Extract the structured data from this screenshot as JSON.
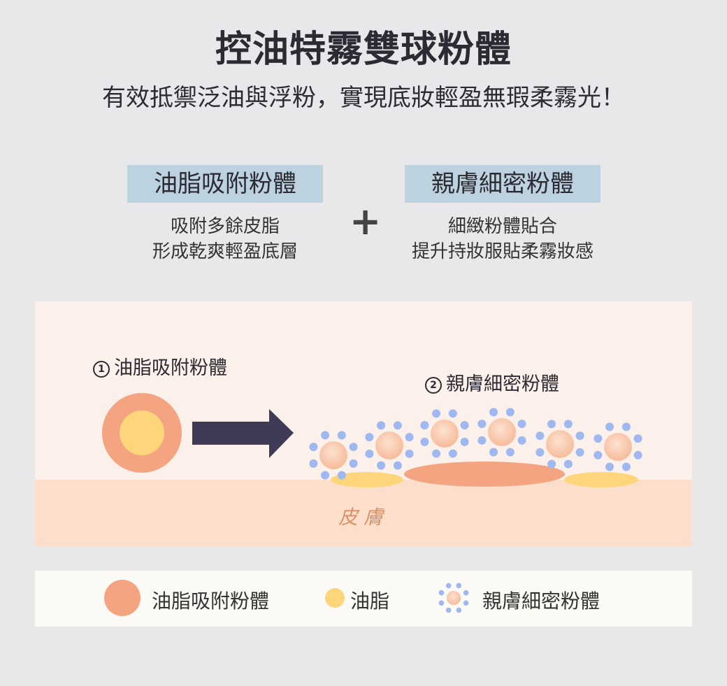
{
  "header": {
    "title": "控油特霧雙球粉體",
    "subtitle": "有效抵禦泛油與浮粉，實現底妝輕盈無瑕柔霧光！"
  },
  "features": [
    {
      "tag": "油脂吸附粉體",
      "lines": [
        "吸附多餘皮脂",
        "形成乾爽輕盈底層"
      ]
    },
    {
      "tag": "親膚細密粉體",
      "lines": [
        "細緻粉體貼合",
        "提升持妝服貼柔霧妝感"
      ]
    }
  ],
  "plus_sign": "+",
  "diagram": {
    "step1": {
      "num": "1",
      "label": "油脂吸附粉體"
    },
    "step2": {
      "num": "2",
      "label": "親膚細密粉體"
    },
    "skin_label": "皮膚"
  },
  "legend": [
    {
      "icon": "oil-absorbing-particle-icon",
      "label": "油脂吸附粉體"
    },
    {
      "icon": "oil-dot-icon",
      "label": "油脂"
    },
    {
      "icon": "skin-fine-particle-icon",
      "label": "親膚細密粉體"
    }
  ],
  "colors": {
    "background": "#e8e8ea",
    "tag_bg": "#bcd2de",
    "diagram_bg": "#fcf1ea",
    "skin": "#fbdfca",
    "particle_outer": "#f5a482",
    "oil": "#fdd67b",
    "fine_dot": "#9fb8ef",
    "arrow": "#3f3a55"
  }
}
